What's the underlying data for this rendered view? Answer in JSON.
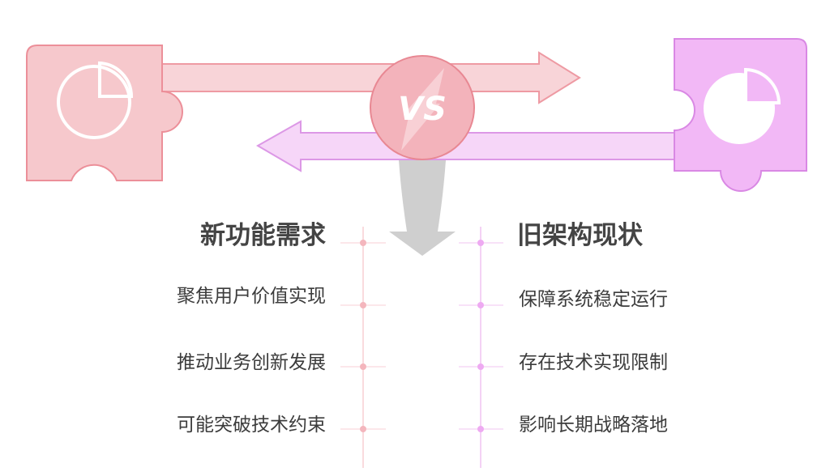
{
  "colors": {
    "left_fill": "#f6c8cc",
    "left_stroke": "#ec8f99",
    "right_fill": "#f2b8f6",
    "right_stroke": "#d988e4",
    "vs_fill": "#f3b3bb",
    "vs_stroke": "#e88893",
    "down_arrow": "#cfcfcf",
    "left_line": "#f8cfd4",
    "right_line": "#f0c4f2"
  },
  "left": {
    "heading": "新功能需求",
    "items": [
      "聚焦用户价值实现",
      "推动业务创新发展",
      "可能突破技术约束"
    ]
  },
  "right": {
    "heading": "旧架构现状",
    "items": [
      "保障系统稳定运行",
      "存在技术实现限制",
      "影响长期战略落地"
    ]
  },
  "vs_label": "VS",
  "icons": {
    "left_piece": "pie-chart-icon",
    "right_piece": "pie-chart-icon",
    "center": "versus-icon"
  }
}
